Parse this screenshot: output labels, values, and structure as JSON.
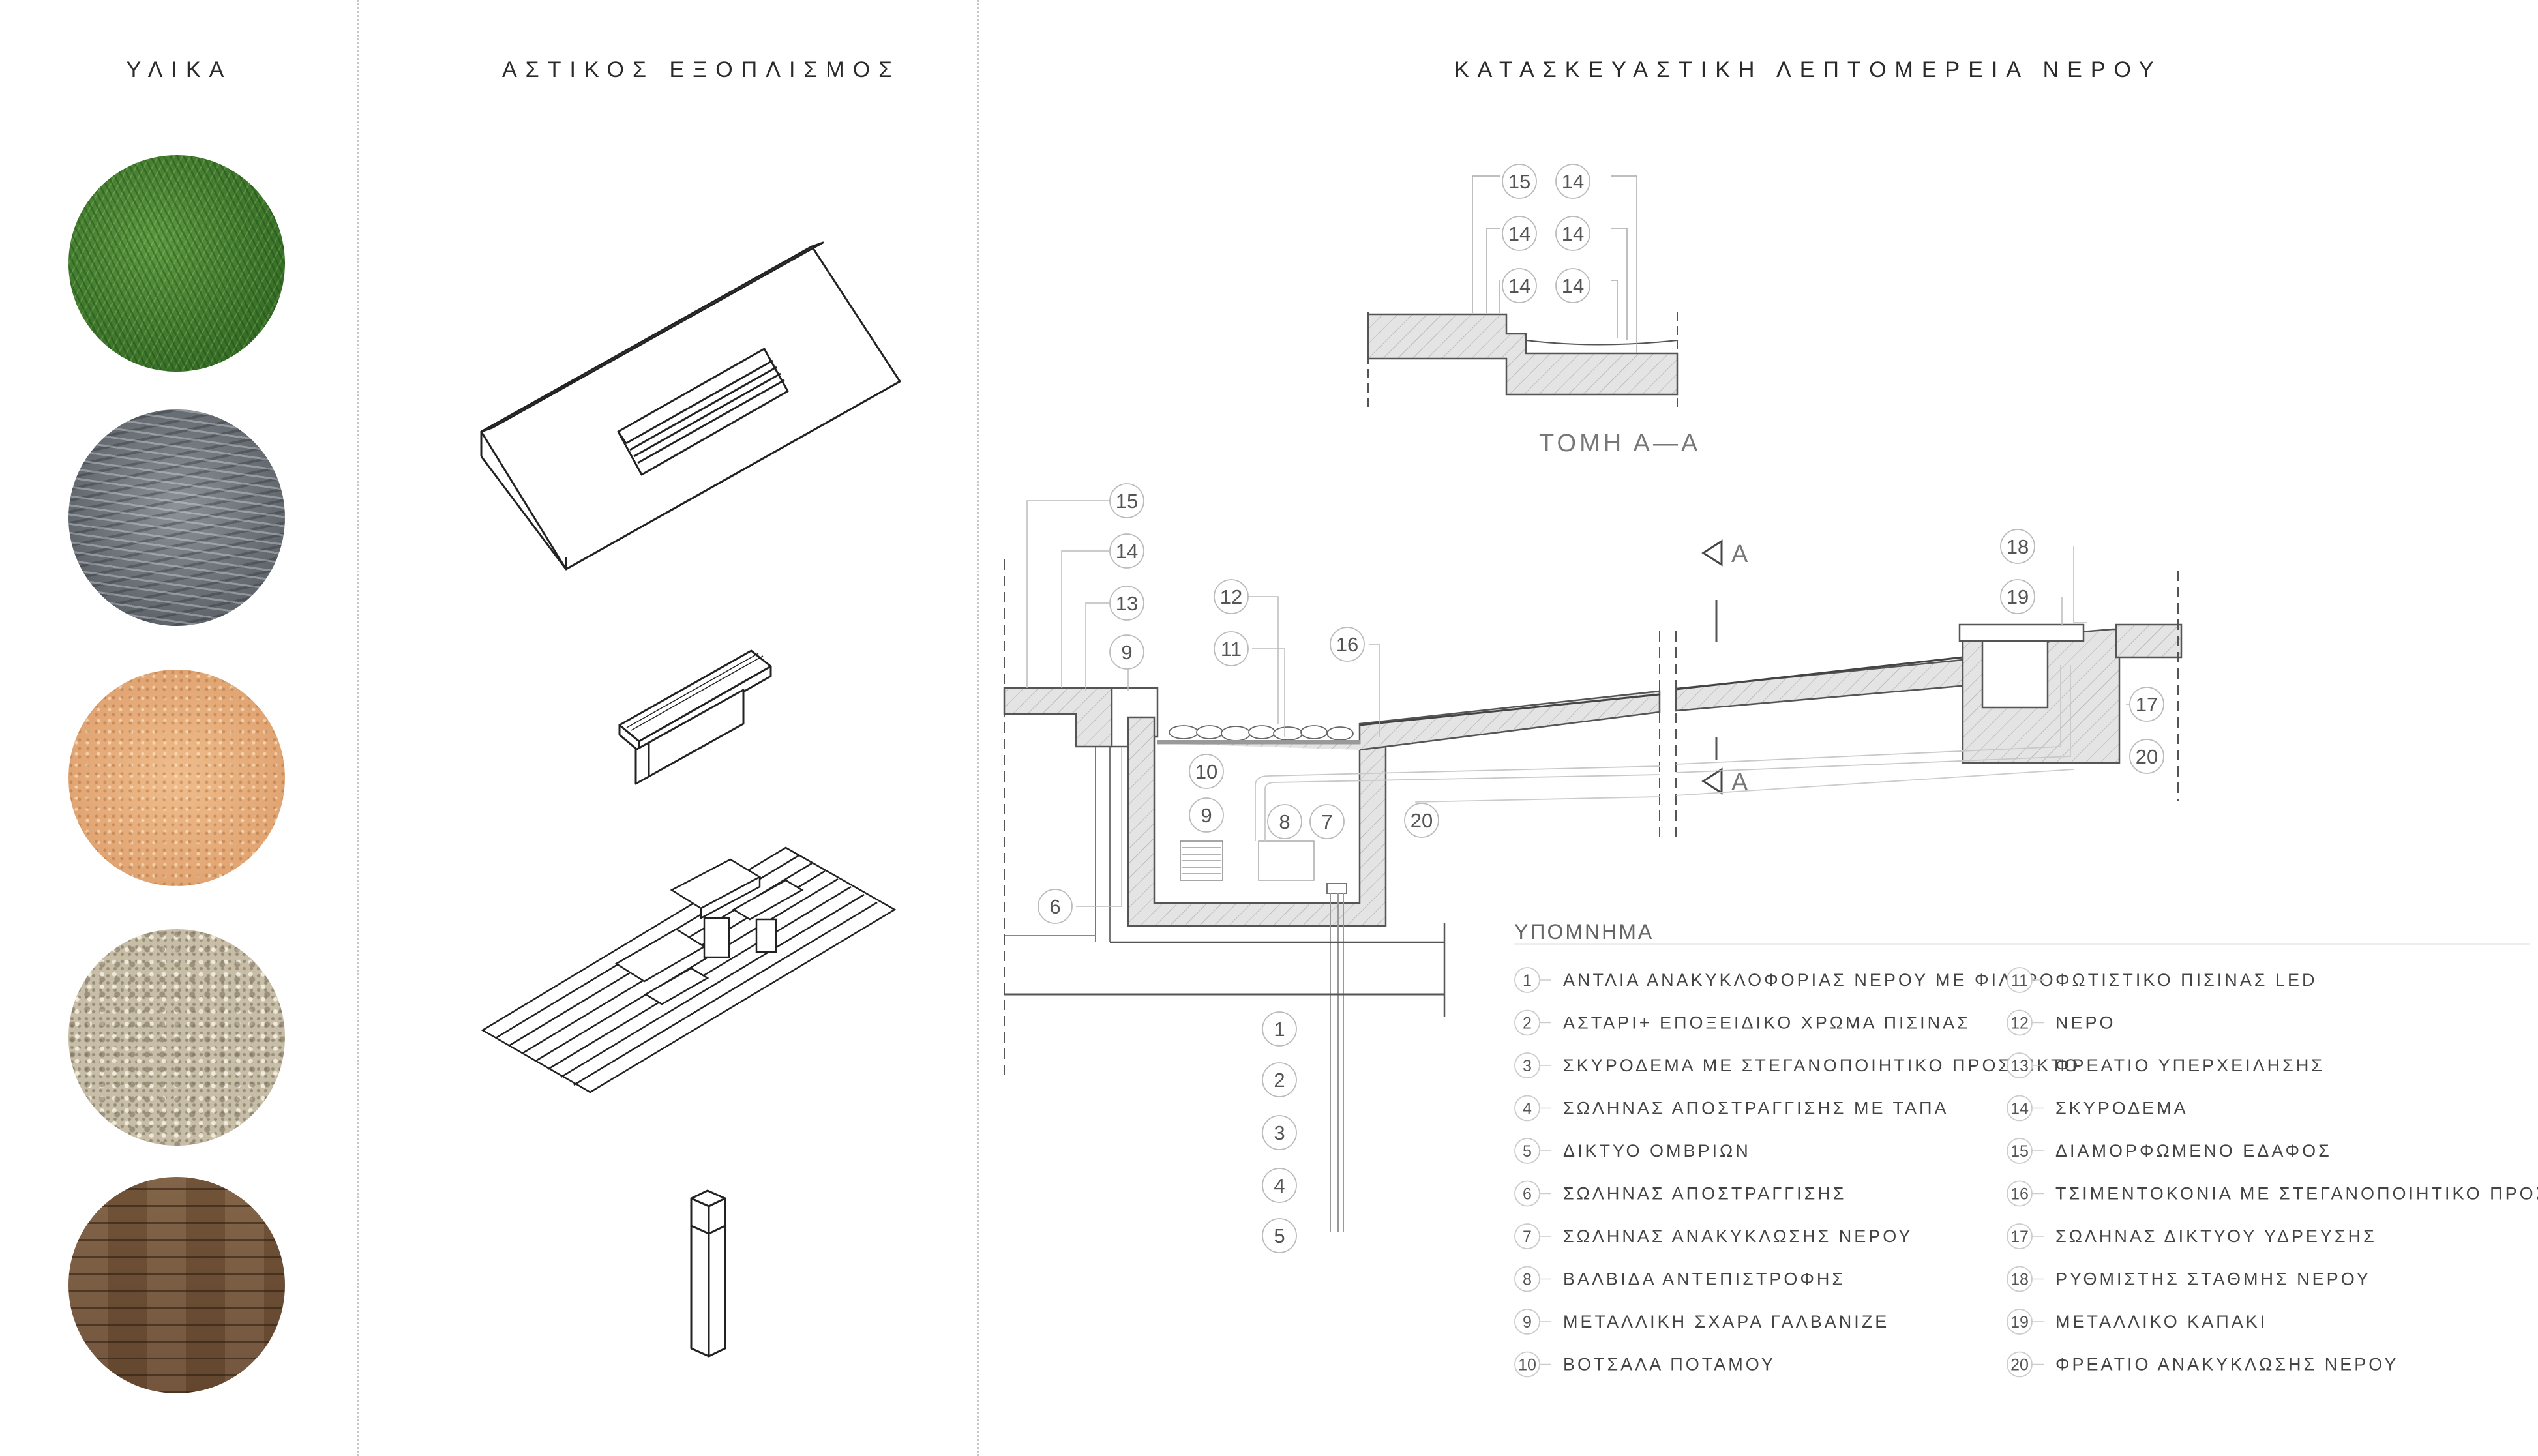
{
  "titles": {
    "materials": "ΥΛΙΚΑ",
    "urban_furniture": "ΑΣΤΙΚΟΣ ΕΞΟΠΛΙΣΜΟΣ",
    "water_detail": "ΚΑΤΑΣΚΕΥΑΣΤΙΚΗ ΛΕΠΤΟΜΕΡΕΙΑ ΝΕΡΟΥ"
  },
  "section_label": "ΤΟΜΗ Α—Α",
  "section_marker": "Α",
  "legend": {
    "title": "ΥΠΟΜΝΗΜΑ",
    "items": [
      {
        "num": "1",
        "text": "ΑΝΤΛΙΑ ΑΝΑΚΥΚΛΟΦΟΡΙΑΣ ΝΕΡΟΥ ΜΕ ΦΙΛΤΡΟ"
      },
      {
        "num": "2",
        "text": "ΑΣΤΑΡΙ+ ΕΠΟΞΕΙΔΙΚΟ ΧΡΩΜΑ ΠΙΣΙΝΑΣ"
      },
      {
        "num": "3",
        "text": "ΣΚΥΡΟΔΕΜΑ ΜΕ ΣΤΕΓΑΝΟΠΟΙΗΤΙΚΟ ΠΡΟΣΜΙΚΤΟ"
      },
      {
        "num": "4",
        "text": "ΣΩΛΗΝΑΣ ΑΠΟΣΤΡΑΓΓΙΣΗΣ ΜΕ ΤΑΠΑ"
      },
      {
        "num": "5",
        "text": "ΔΙΚΤΥΟ ΟΜΒΡΙΩΝ"
      },
      {
        "num": "6",
        "text": "ΣΩΛΗΝΑΣ ΑΠΟΣΤΡΑΓΓΙΣΗΣ"
      },
      {
        "num": "7",
        "text": "ΣΩΛΗΝΑΣ ΑΝΑΚΥΚΛΩΣΗΣ ΝΕΡΟΥ"
      },
      {
        "num": "8",
        "text": "ΒΑΛΒΙΔΑ ΑΝΤΕΠΙΣΤΡΟΦΗΣ"
      },
      {
        "num": "9",
        "text": "ΜΕΤΑΛΛΙΚΗ ΣΧΑΡΑ ΓΑΛΒΑΝΙΖΕ"
      },
      {
        "num": "10",
        "text": "ΒΟΤΣΑΛΑ ΠΟΤΑΜΟΥ"
      },
      {
        "num": "11",
        "text": "ΦΩΤΙΣΤΙΚΟ ΠΙΣΙΝΑΣ LED"
      },
      {
        "num": "12",
        "text": "ΝΕΡΟ"
      },
      {
        "num": "13",
        "text": "ΦΡΕΑΤΙΟ ΥΠΕΡΧΕΙΛΗΣΗΣ"
      },
      {
        "num": "14",
        "text": "ΣΚΥΡΟΔΕΜΑ"
      },
      {
        "num": "15",
        "text": "ΔΙΑΜΟΡΦΩΜΕΝΟ ΕΔΑΦΟΣ"
      },
      {
        "num": "16",
        "text": "ΤΣΙΜΕΝΤΟΚΟΝΙΑ ΜΕ ΣΤΕΓΑΝΟΠΟΙΗΤΙΚΟ ΠΡΟΣΜΕΙΚΤΟ"
      },
      {
        "num": "17",
        "text": "ΣΩΛΗΝΑΣ ΔΙΚΤΥΟΥ ΥΔΡΕΥΣΗΣ"
      },
      {
        "num": "18",
        "text": "ΡΥΘΜΙΣΤΗΣ ΣΤΑΘΜΗΣ ΝΕΡΟΥ"
      },
      {
        "num": "19",
        "text": "ΜΕΤΑΛΛΙΚΟ ΚΑΠΑΚΙ"
      },
      {
        "num": "20",
        "text": "ΦΡΕΑΤΙΟ ΑΝΑΚΥΚΛΩΣΗΣ ΝΕΡΟΥ"
      }
    ]
  },
  "callouts": {
    "sec_a": [
      "15",
      "14",
      "14",
      "14",
      "14",
      "14"
    ],
    "left": [
      "15",
      "14",
      "13",
      "9",
      "6"
    ],
    "top": [
      "12",
      "11",
      "16",
      "10",
      "9",
      "8",
      "7",
      "20"
    ],
    "right": [
      "18",
      "19",
      "17",
      "20"
    ],
    "bottom": [
      "1",
      "2",
      "3",
      "4",
      "5"
    ]
  }
}
